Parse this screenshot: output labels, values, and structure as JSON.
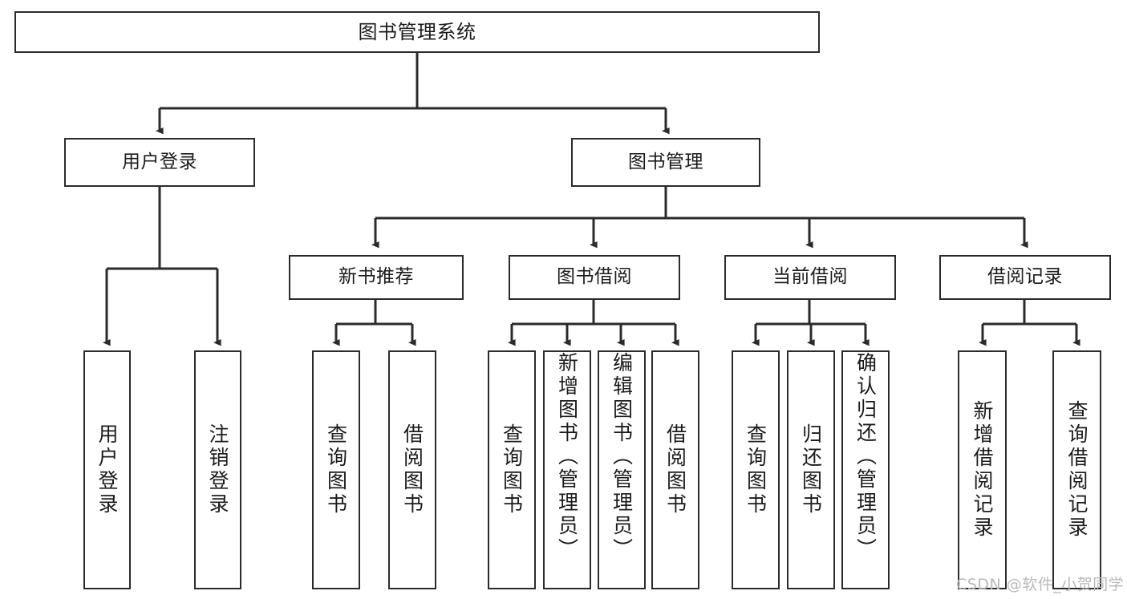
{
  "diagram": {
    "type": "hierarchy-tree",
    "title": "图书管理系统",
    "root": {
      "label": "图书管理系统"
    },
    "level2": [
      {
        "label": "用户登录"
      },
      {
        "label": "图书管理"
      }
    ],
    "level3": [
      {
        "label": "新书推荐"
      },
      {
        "label": "图书借阅"
      },
      {
        "label": "当前借阅"
      },
      {
        "label": "借阅记录"
      }
    ],
    "leaves": {
      "user_login": [
        {
          "label": "用户登录"
        },
        {
          "label": "注销登录"
        }
      ],
      "new_book_recommend": [
        {
          "label": "查询图书"
        },
        {
          "label": "借阅图书"
        }
      ],
      "book_borrow": [
        {
          "label": "查询图书"
        },
        {
          "label": "新增图书（管理员）"
        },
        {
          "label": "编辑图书（管理员）"
        },
        {
          "label": "借阅图书"
        }
      ],
      "current_borrow": [
        {
          "label": "查询图书"
        },
        {
          "label": "归还图书"
        },
        {
          "label": "确认归还（管理员）"
        }
      ],
      "borrow_record": [
        {
          "label": "新增借阅记录"
        },
        {
          "label": "查询借阅记录"
        }
      ]
    }
  },
  "watermark": {
    "text": "CSDN @软件_小贺同学"
  },
  "colors": {
    "stroke": "#2b2b2b",
    "background": "#ffffff",
    "text": "#1b1b1b",
    "watermark": "#b9b9b9"
  }
}
